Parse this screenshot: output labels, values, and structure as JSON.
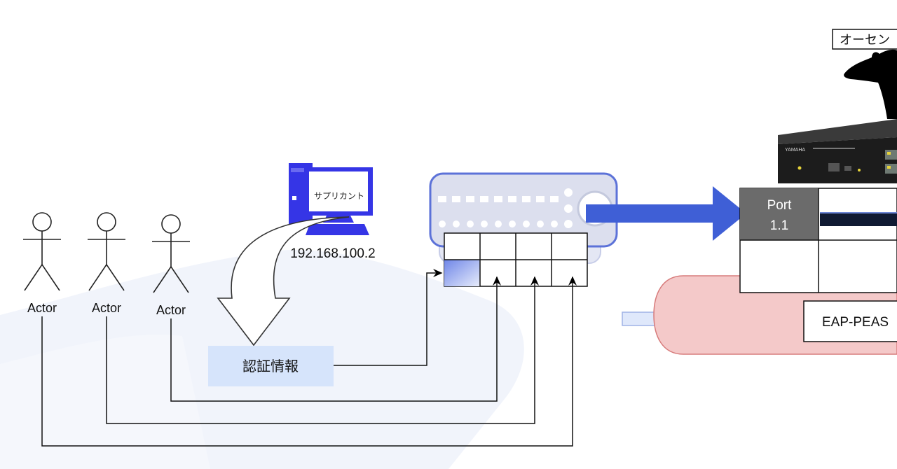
{
  "actors": [
    {
      "label": "Actor"
    },
    {
      "label": "Actor"
    },
    {
      "label": "Actor"
    }
  ],
  "supplicant": {
    "label": "サプリカント",
    "ip": "192.168.100.2"
  },
  "credentials_label": "認証情報",
  "port_label": "Port\n1.1",
  "authenticator_label": "オーセン",
  "tunnel_label": "EAP-PEAS",
  "switch_brand": "YAMAHA",
  "colors": {
    "blue_arrow": "#3f5fd6",
    "monitor": "#3535e6",
    "credentials_bg": "#d6e4fb",
    "tunnel_fill": "#f4c9c9",
    "tunnel_stroke": "#d77b7b",
    "port_header": "#6b6b6b",
    "mountain": "#eef2fa"
  }
}
